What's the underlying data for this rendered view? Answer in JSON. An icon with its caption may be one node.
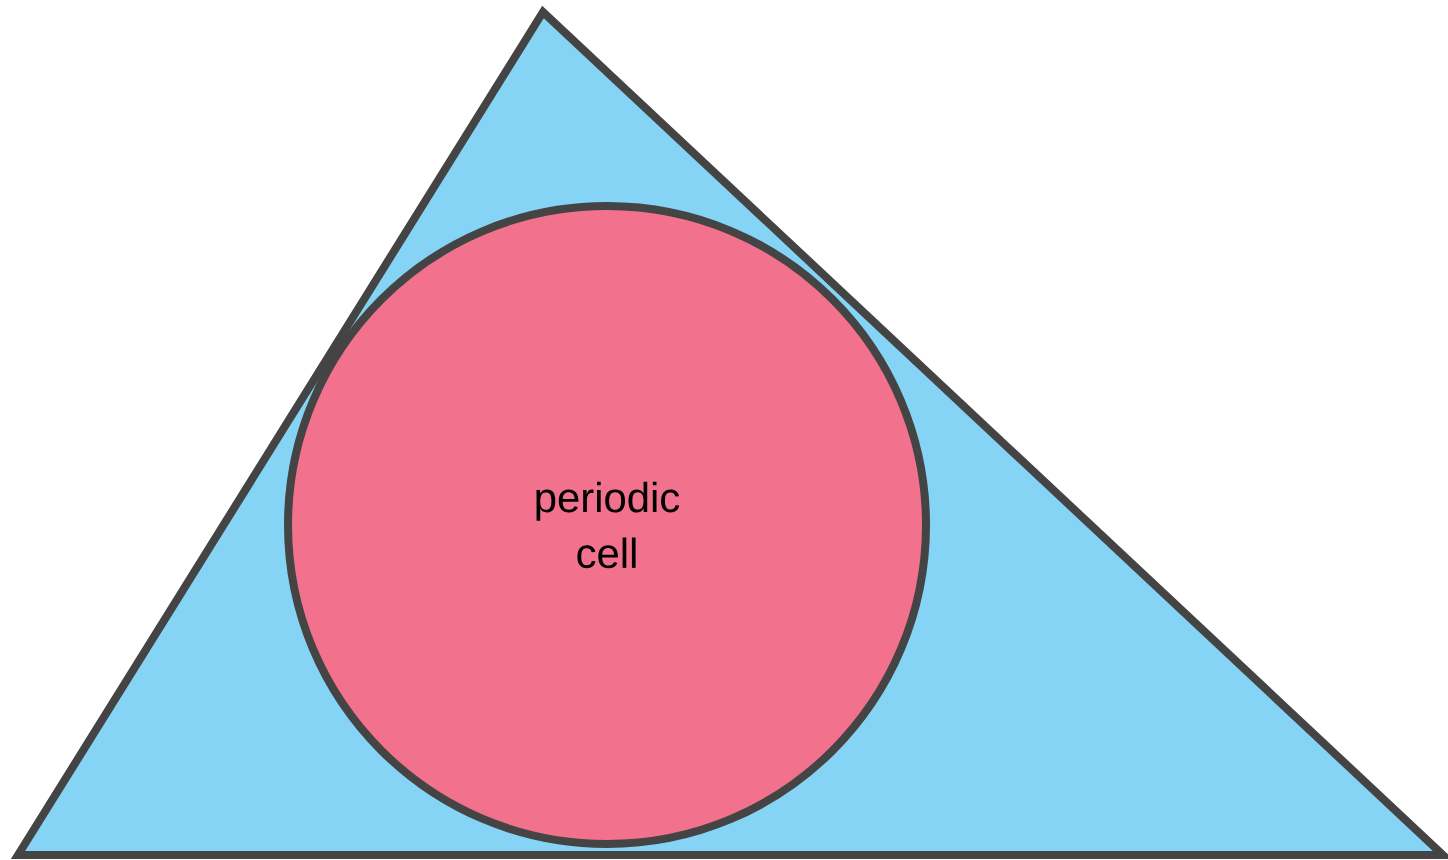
{
  "diagram": {
    "nodes": [
      {
        "text": [],
        "shape": "triangle"
      },
      {
        "text": [
          "periodic cell"
        ],
        "in": 0
      }
    ]
  }
}
